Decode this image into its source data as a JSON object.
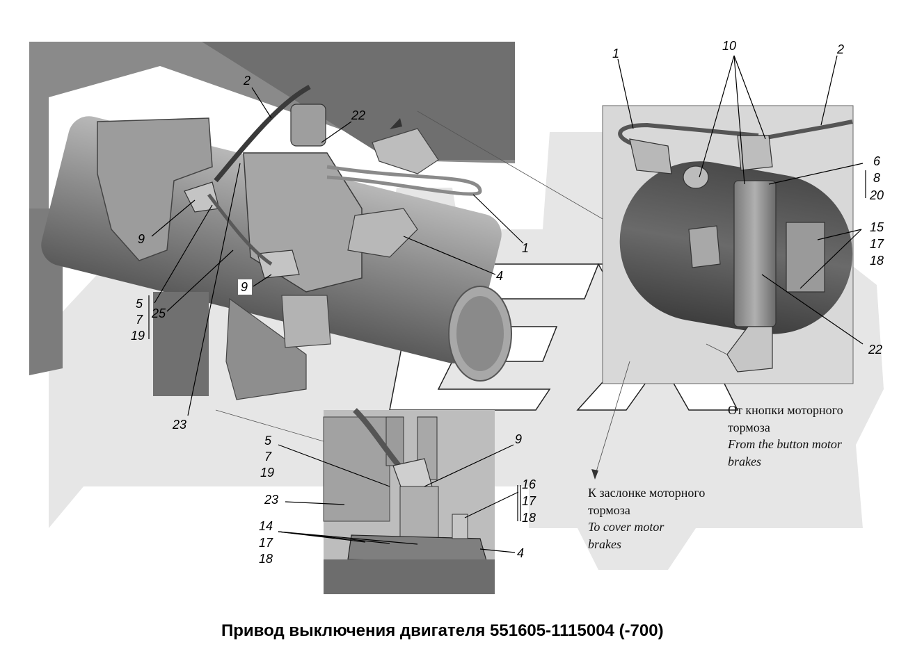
{
  "title": "Привод выключения двигателя 551605-1115004 (-700)",
  "watermark": "EX",
  "labels": {
    "main": {
      "p2": "2",
      "p22": "22",
      "p9a": "9",
      "p9b": "9",
      "p1": "1",
      "p4": "4",
      "p5": "5",
      "p7": "7",
      "p19": "19",
      "p25": "25",
      "p23": "23"
    },
    "right": {
      "p1": "1",
      "p10": "10",
      "p2": "2",
      "p6": "6",
      "p8": "8",
      "p20": "20",
      "p15": "15",
      "p17": "17",
      "p18": "18",
      "p22": "22"
    },
    "bottom": {
      "p5": "5",
      "p7": "7",
      "p19": "19",
      "p9": "9",
      "p23": "23",
      "p16": "16",
      "p17": "17",
      "p18": "18",
      "p14": "14",
      "p17b": "17",
      "p18b": "18",
      "p4": "4"
    }
  },
  "notes": {
    "from_ru_1": "От кнопки моторного",
    "from_ru_2": "тормоза",
    "from_en_1": "From the button motor",
    "from_en_2": "brakes",
    "to_ru_1": "К заслонке моторного",
    "to_ru_2": "тормоза",
    "to_en_1": "To cover motor",
    "to_en_2": "brakes"
  },
  "colors": {
    "metal_dark": "#6e6e6e",
    "metal_mid": "#9a9a9a",
    "metal_light": "#c8c8c8",
    "watermark": "#e3e3e3",
    "ink": "#000000"
  }
}
